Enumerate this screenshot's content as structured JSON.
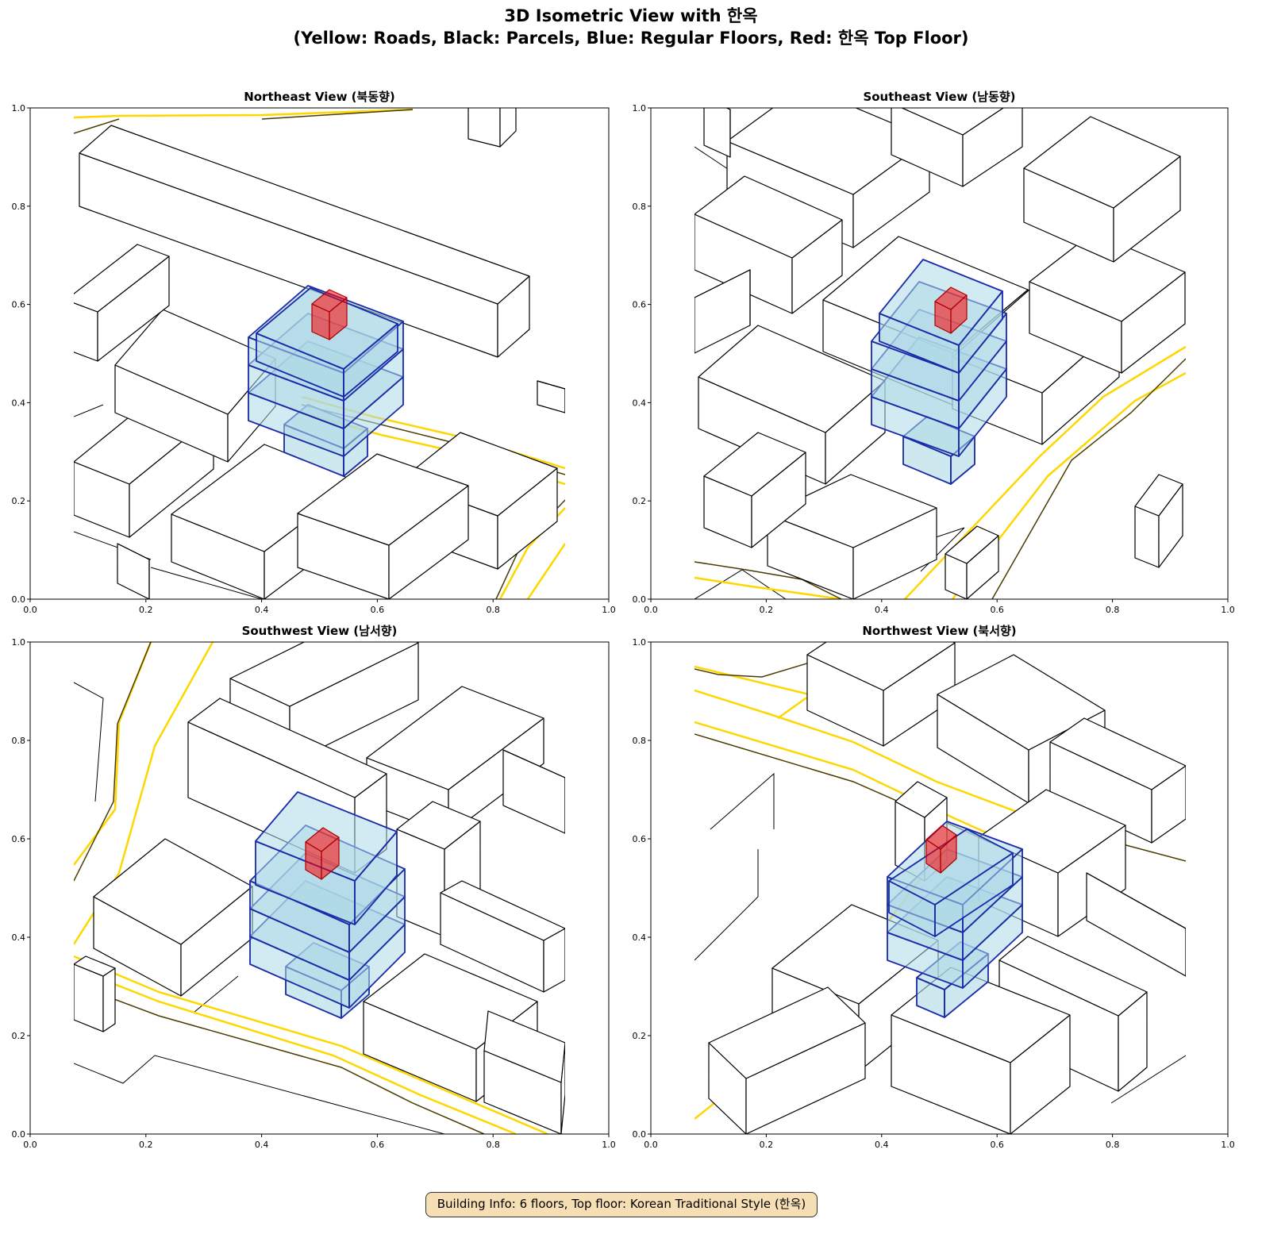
{
  "figure": {
    "title_line1": "3D Isometric View with 한옥",
    "title_line2": "(Yellow: Roads, Black: Parcels, Blue: Regular Floors, Red: 한옥 Top Floor)",
    "info_box": "Building Info: 6 floors, Top floor: Korean Traditional Style (한옥)"
  },
  "panels": [
    {
      "title": "Northeast View (북동향)"
    },
    {
      "title": "Southeast View (남동향)"
    },
    {
      "title": "Southwest View (남서향)"
    },
    {
      "title": "Northwest View (북서향)"
    }
  ],
  "ticks": {
    "x": [
      "0.0",
      "0.2",
      "0.4",
      "0.6",
      "0.8",
      "1.0"
    ],
    "y": [
      "0.0",
      "0.2",
      "0.4",
      "0.6",
      "0.8",
      "1.0"
    ]
  },
  "colors": {
    "road": "#ffd700",
    "parcel": "#000000",
    "floor_fill": "#add8e6",
    "floor_edge": "#1a2aa8",
    "hanok": "#ff0000",
    "info_bg": "#f6dfb5"
  },
  "building": {
    "floors": 6
  }
}
